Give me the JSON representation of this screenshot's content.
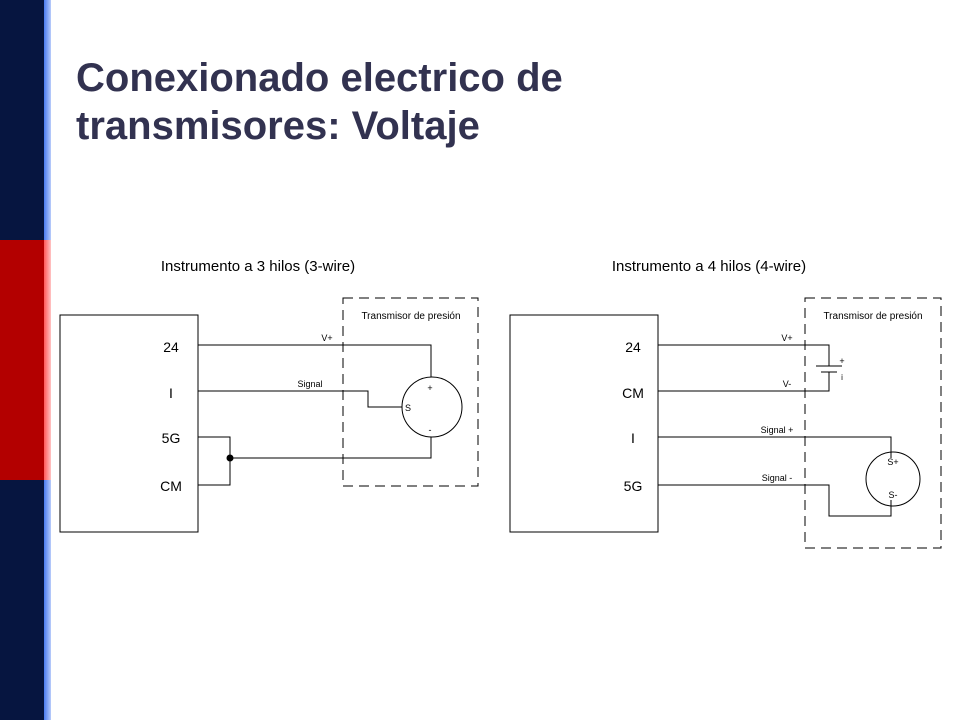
{
  "slide": {
    "title_line1": "Conexionado electrico de",
    "title_line2": "transmisores: Voltaje",
    "colors": {
      "navy": "#061540",
      "red": "#b30000",
      "accent_blue": "#4a7cf0",
      "title": "#323250"
    }
  },
  "diagram_3wire": {
    "heading": "Instrumento a 3 hilos (3-wire)",
    "instrument_terminals": [
      "24",
      "I",
      "5G",
      "CM"
    ],
    "transmitter_label": "Transmisor de presión",
    "wire_labels": [
      "V+",
      "Signal"
    ],
    "sensor_terminals": [
      "+",
      "S",
      "-"
    ]
  },
  "diagram_4wire": {
    "heading": "Instrumento a 4 hilos (4-wire)",
    "instrument_terminals": [
      "24",
      "CM",
      "I",
      "5G"
    ],
    "transmitter_label": "Transmisor de presión",
    "wire_labels": [
      "V+",
      "V-",
      "Signal +",
      "Signal -"
    ],
    "battery_marks": [
      "+",
      "i"
    ],
    "sensor_terminals": [
      "S+",
      "S-"
    ]
  }
}
